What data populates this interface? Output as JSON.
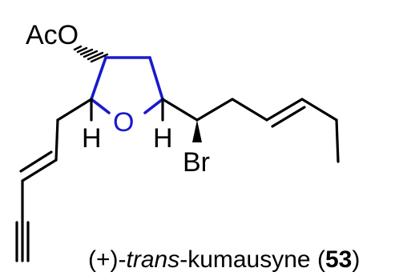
{
  "molecule": {
    "atoms": {
      "acetoxy": "AcO",
      "ring_oxygen": "O",
      "hydrogen_left": "H",
      "hydrogen_right": "H",
      "bromine": "Br"
    },
    "colors": {
      "ring": "#1a1acc",
      "bonds": "#000000"
    }
  },
  "caption": {
    "prefix": "(+)-",
    "stereo": "trans",
    "name": "-kumausyne (",
    "number": "53",
    "suffix": ")"
  }
}
